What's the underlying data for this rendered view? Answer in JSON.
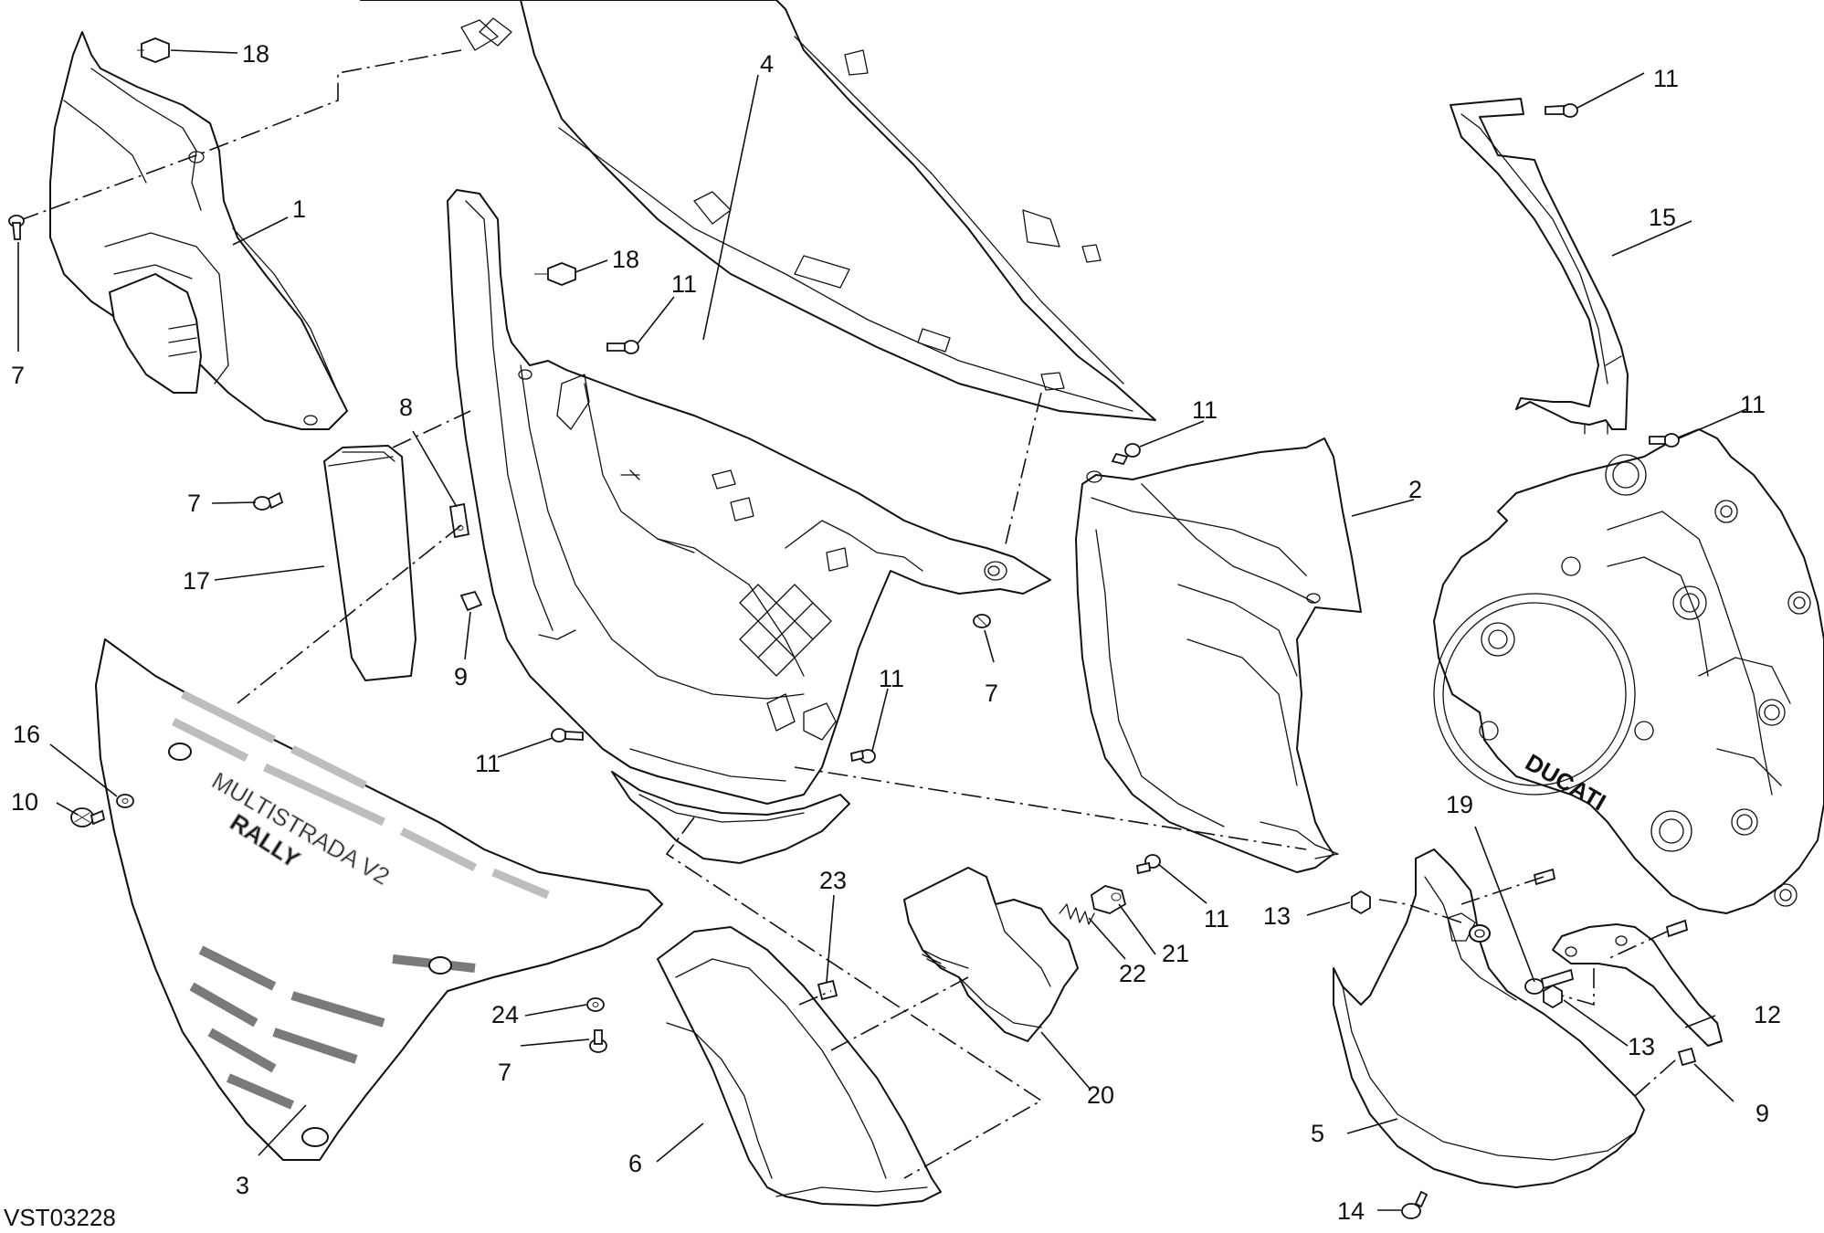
{
  "drawing_code": "VST03228",
  "engine_cover_text": "DUCATI",
  "panel_graphic_text": [
    "MULTISTRADA V2",
    "RALLY"
  ],
  "callouts": [
    {
      "id": "c1",
      "label": "1"
    },
    {
      "id": "c2",
      "label": "2"
    },
    {
      "id": "c3",
      "label": "3"
    },
    {
      "id": "c4",
      "label": "4"
    },
    {
      "id": "c5",
      "label": "5"
    },
    {
      "id": "c6",
      "label": "6"
    },
    {
      "id": "c7a",
      "label": "7"
    },
    {
      "id": "c7b",
      "label": "7"
    },
    {
      "id": "c7c",
      "label": "7"
    },
    {
      "id": "c7d",
      "label": "7"
    },
    {
      "id": "c8",
      "label": "8"
    },
    {
      "id": "c9a",
      "label": "9"
    },
    {
      "id": "c9b",
      "label": "9"
    },
    {
      "id": "c10",
      "label": "10"
    },
    {
      "id": "c11a",
      "label": "11"
    },
    {
      "id": "c11b",
      "label": "11"
    },
    {
      "id": "c11c",
      "label": "11"
    },
    {
      "id": "c11d",
      "label": "11"
    },
    {
      "id": "c11e",
      "label": "11"
    },
    {
      "id": "c11f",
      "label": "11"
    },
    {
      "id": "c11g",
      "label": "11"
    },
    {
      "id": "c12",
      "label": "12"
    },
    {
      "id": "c13a",
      "label": "13"
    },
    {
      "id": "c13b",
      "label": "13"
    },
    {
      "id": "c14",
      "label": "14"
    },
    {
      "id": "c15",
      "label": "15"
    },
    {
      "id": "c16",
      "label": "16"
    },
    {
      "id": "c17",
      "label": "17"
    },
    {
      "id": "c18a",
      "label": "18"
    },
    {
      "id": "c18b",
      "label": "18"
    },
    {
      "id": "c19",
      "label": "19"
    },
    {
      "id": "c20",
      "label": "20"
    },
    {
      "id": "c21",
      "label": "21"
    },
    {
      "id": "c22",
      "label": "22"
    },
    {
      "id": "c23",
      "label": "23"
    },
    {
      "id": "c24",
      "label": "24"
    }
  ]
}
